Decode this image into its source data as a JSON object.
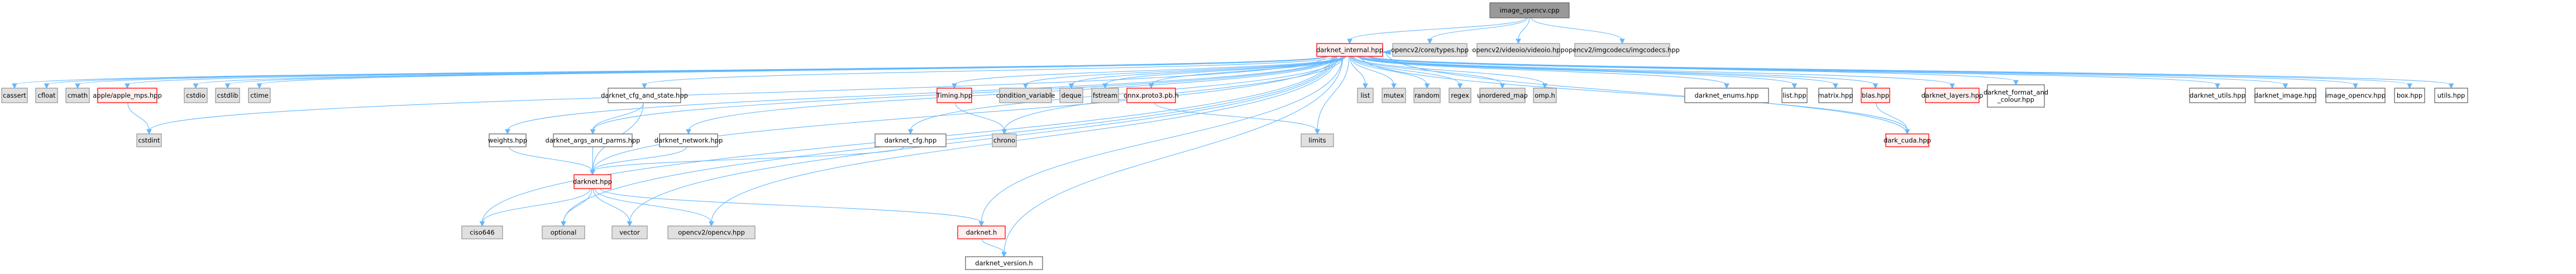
{
  "graph": {
    "title": "image_opencv.cpp include dependency graph",
    "colors": {
      "edge": "#63b8ff",
      "root_fill": "#999999",
      "system_fill": "#e0e0e0",
      "local_fill": "#ffffff",
      "unresolved_fill": "#fff0f0",
      "unresolved_border": "#ff0000"
    },
    "nodes": [
      {
        "id": "image_opencv_cpp",
        "label": "image_opencv.cpp",
        "kind": "root"
      },
      {
        "id": "darknet_internal_hpp",
        "label": "darknet_internal.hpp",
        "kind": "missing"
      },
      {
        "id": "opencv2_core_types_hpp",
        "label": "opencv2/core/types.hpp",
        "kind": "sys"
      },
      {
        "id": "opencv2_videoio_hpp",
        "label": "opencv2/videoio/videoio.hpp",
        "kind": "sys"
      },
      {
        "id": "opencv2_imgcodecs_hpp",
        "label": "opencv2/imgcodecs/imgcodecs.hpp",
        "kind": "sys"
      },
      {
        "id": "cassert",
        "label": "cassert",
        "kind": "sys"
      },
      {
        "id": "cfloat",
        "label": "cfloat",
        "kind": "sys"
      },
      {
        "id": "cmath",
        "label": "cmath",
        "kind": "sys"
      },
      {
        "id": "apple_mps_hpp",
        "label": "apple/apple_mps.hpp",
        "kind": "missing"
      },
      {
        "id": "cstdint",
        "label": "cstdint",
        "kind": "sys"
      },
      {
        "id": "cstdio",
        "label": "cstdio",
        "kind": "sys"
      },
      {
        "id": "cstdlib",
        "label": "cstdlib",
        "kind": "sys"
      },
      {
        "id": "ctime",
        "label": "ctime",
        "kind": "sys"
      },
      {
        "id": "ciso646",
        "label": "ciso646",
        "kind": "sys"
      },
      {
        "id": "optional",
        "label": "optional",
        "kind": "sys"
      },
      {
        "id": "vector",
        "label": "vector",
        "kind": "sys"
      },
      {
        "id": "weights_hpp",
        "label": "weights.hpp",
        "kind": "local"
      },
      {
        "id": "darknet_cfg_and_state_hpp",
        "label": "darknet_cfg_and_state.hpp",
        "kind": "local"
      },
      {
        "id": "darknet_args_and_parms_hpp",
        "label": "darknet_args_and_parms.hpp",
        "kind": "local"
      },
      {
        "id": "darknet_hpp",
        "label": "darknet.hpp",
        "kind": "missing"
      },
      {
        "id": "opencv2_opencv_hpp",
        "label": "opencv2/opencv.hpp",
        "kind": "sys"
      },
      {
        "id": "darknet_network_hpp",
        "label": "darknet_network.hpp",
        "kind": "local"
      },
      {
        "id": "darknet_cfg_hpp",
        "label": "darknet_cfg.hpp",
        "kind": "local"
      },
      {
        "id": "darknet_h",
        "label": "darknet.h",
        "kind": "missing"
      },
      {
        "id": "darknet_version_h",
        "label": "darknet_version.h",
        "kind": "local"
      },
      {
        "id": "timing_hpp",
        "label": "Timing.hpp",
        "kind": "missing"
      },
      {
        "id": "chrono",
        "label": "chrono",
        "kind": "sys"
      },
      {
        "id": "condition_variable",
        "label": "condition_variable",
        "kind": "sys"
      },
      {
        "id": "deque",
        "label": "deque",
        "kind": "sys"
      },
      {
        "id": "fstream",
        "label": "fstream",
        "kind": "sys"
      },
      {
        "id": "onnx_proto3_pb_h",
        "label": "onnx.proto3.pb.h",
        "kind": "missing"
      },
      {
        "id": "limits",
        "label": "limits",
        "kind": "sys"
      },
      {
        "id": "list",
        "label": "list",
        "kind": "sys"
      },
      {
        "id": "mutex",
        "label": "mutex",
        "kind": "sys"
      },
      {
        "id": "random",
        "label": "random",
        "kind": "sys"
      },
      {
        "id": "regex",
        "label": "regex",
        "kind": "sys"
      },
      {
        "id": "unordered_map",
        "label": "unordered_map",
        "kind": "sys"
      },
      {
        "id": "omp_h",
        "label": "omp.h",
        "kind": "sys"
      },
      {
        "id": "darknet_enums_hpp",
        "label": "darknet_enums.hpp",
        "kind": "local"
      },
      {
        "id": "list_hpp",
        "label": "list.hpp",
        "kind": "local"
      },
      {
        "id": "matrix_hpp",
        "label": "matrix.hpp",
        "kind": "local"
      },
      {
        "id": "blas_hpp",
        "label": "blas.hpp",
        "kind": "missing"
      },
      {
        "id": "dark_cuda_hpp",
        "label": "dark_cuda.hpp",
        "kind": "missing"
      },
      {
        "id": "darknet_layers_hpp",
        "label": "darknet_layers.hpp",
        "kind": "missing"
      },
      {
        "id": "darknet_format_and_colour_hpp",
        "label": "darknet_format_and\n_colour.hpp",
        "kind": "local"
      },
      {
        "id": "darknet_utils_hpp",
        "label": "darknet_utils.hpp",
        "kind": "local"
      },
      {
        "id": "darknet_image_hpp",
        "label": "darknet_image.hpp",
        "kind": "local"
      },
      {
        "id": "image_opencv_hpp",
        "label": "image_opencv.hpp",
        "kind": "local"
      },
      {
        "id": "box_hpp",
        "label": "box.hpp",
        "kind": "local"
      },
      {
        "id": "utils_hpp",
        "label": "utils.hpp",
        "kind": "local"
      }
    ],
    "edges": [
      [
        "image_opencv_cpp",
        "darknet_internal_hpp"
      ],
      [
        "image_opencv_cpp",
        "opencv2_core_types_hpp"
      ],
      [
        "image_opencv_cpp",
        "opencv2_videoio_hpp"
      ],
      [
        "image_opencv_cpp",
        "opencv2_imgcodecs_hpp"
      ],
      [
        "darknet_internal_hpp",
        "cassert"
      ],
      [
        "darknet_internal_hpp",
        "cfloat"
      ],
      [
        "darknet_internal_hpp",
        "cmath"
      ],
      [
        "darknet_internal_hpp",
        "apple_mps_hpp"
      ],
      [
        "darknet_internal_hpp",
        "cstdint"
      ],
      [
        "darknet_internal_hpp",
        "cstdio"
      ],
      [
        "darknet_internal_hpp",
        "cstdlib"
      ],
      [
        "darknet_internal_hpp",
        "ctime"
      ],
      [
        "darknet_internal_hpp",
        "ciso646"
      ],
      [
        "darknet_internal_hpp",
        "optional"
      ],
      [
        "darknet_internal_hpp",
        "vector"
      ],
      [
        "darknet_internal_hpp",
        "weights_hpp"
      ],
      [
        "darknet_internal_hpp",
        "darknet_args_and_parms_hpp"
      ],
      [
        "darknet_internal_hpp",
        "darknet_cfg_and_state_hpp"
      ],
      [
        "darknet_internal_hpp",
        "darknet_hpp"
      ],
      [
        "darknet_internal_hpp",
        "darknet_network_hpp"
      ],
      [
        "darknet_internal_hpp",
        "darknet_cfg_hpp"
      ],
      [
        "darknet_internal_hpp",
        "opencv2_opencv_hpp"
      ],
      [
        "darknet_internal_hpp",
        "darknet_h"
      ],
      [
        "darknet_internal_hpp",
        "darknet_version_h"
      ],
      [
        "darknet_internal_hpp",
        "timing_hpp"
      ],
      [
        "darknet_internal_hpp",
        "chrono"
      ],
      [
        "darknet_internal_hpp",
        "condition_variable"
      ],
      [
        "darknet_internal_hpp",
        "deque"
      ],
      [
        "darknet_internal_hpp",
        "fstream"
      ],
      [
        "darknet_internal_hpp",
        "onnx_proto3_pb_h"
      ],
      [
        "darknet_internal_hpp",
        "limits"
      ],
      [
        "darknet_internal_hpp",
        "list"
      ],
      [
        "darknet_internal_hpp",
        "mutex"
      ],
      [
        "darknet_internal_hpp",
        "random"
      ],
      [
        "darknet_internal_hpp",
        "regex"
      ],
      [
        "darknet_internal_hpp",
        "unordered_map"
      ],
      [
        "darknet_internal_hpp",
        "omp_h"
      ],
      [
        "darknet_internal_hpp",
        "darknet_enums_hpp"
      ],
      [
        "darknet_internal_hpp",
        "list_hpp"
      ],
      [
        "darknet_internal_hpp",
        "matrix_hpp"
      ],
      [
        "darknet_internal_hpp",
        "blas_hpp"
      ],
      [
        "darknet_internal_hpp",
        "dark_cuda_hpp"
      ],
      [
        "darknet_internal_hpp",
        "darknet_layers_hpp"
      ],
      [
        "darknet_internal_hpp",
        "darknet_format_and_colour_hpp"
      ],
      [
        "darknet_internal_hpp",
        "darknet_utils_hpp"
      ],
      [
        "darknet_internal_hpp",
        "darknet_image_hpp"
      ],
      [
        "darknet_internal_hpp",
        "image_opencv_hpp"
      ],
      [
        "darknet_internal_hpp",
        "box_hpp"
      ],
      [
        "darknet_internal_hpp",
        "utils_hpp"
      ],
      [
        "apple_mps_hpp",
        "cstdint"
      ],
      [
        "darknet_cfg_and_state_hpp",
        "darknet_args_and_parms_hpp"
      ],
      [
        "darknet_cfg_and_state_hpp",
        "darknet_hpp"
      ],
      [
        "darknet_args_and_parms_hpp",
        "darknet_hpp"
      ],
      [
        "weights_hpp",
        "darknet_hpp"
      ],
      [
        "darknet_network_hpp",
        "darknet_hpp"
      ],
      [
        "darknet_cfg_hpp",
        "darknet_hpp"
      ],
      [
        "darknet_hpp",
        "ciso646"
      ],
      [
        "darknet_hpp",
        "optional"
      ],
      [
        "darknet_hpp",
        "vector"
      ],
      [
        "darknet_hpp",
        "opencv2_opencv_hpp"
      ],
      [
        "darknet_hpp",
        "darknet_h"
      ],
      [
        "darknet_h",
        "darknet_version_h"
      ],
      [
        "timing_hpp",
        "chrono"
      ],
      [
        "onnx_proto3_pb_h",
        "limits"
      ],
      [
        "blas_hpp",
        "dark_cuda_hpp"
      ],
      [
        "dark_cuda_hpp",
        "darknet_internal_hpp"
      ]
    ]
  }
}
